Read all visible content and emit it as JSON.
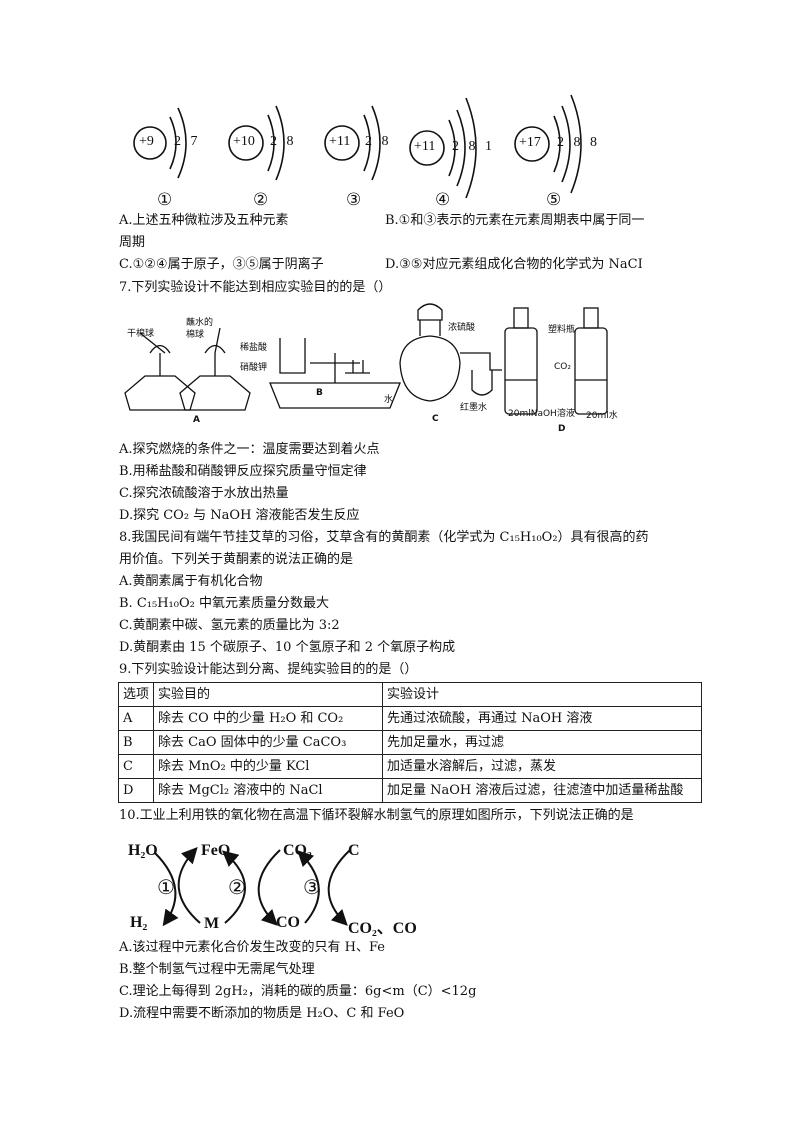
{
  "atoms": [
    {
      "nucleus": "+9",
      "shells": "2 7",
      "index": "①"
    },
    {
      "nucleus": "+10",
      "shells": "2 8",
      "index": "②"
    },
    {
      "nucleus": "+11",
      "shells": "2 8",
      "index": "③"
    },
    {
      "nucleus": "+11",
      "shells": "2 8 1",
      "index": "④"
    },
    {
      "nucleus": "+17",
      "shells": "2 8 8",
      "index": "⑤"
    }
  ],
  "q6": {
    "a": "A.上述五种微粒涉及五种元素",
    "b1": "B.①和③表示的元素在元素周期表中属于同一",
    "b2": "周期",
    "c": "C.①②④属于原子，③⑤属于阴离子",
    "d": "D.③⑤对应元素组成化合物的化学式为 NaCI"
  },
  "q7": {
    "stem": "7.下列实验设计不能达到相应实验目的的是（）",
    "labels": {
      "A_dry": "干棉球",
      "A_wet1": "蘸水的",
      "A_wet2": "棉球",
      "A": "A",
      "B_acid": "稀盐酸",
      "B_salt": "硝酸钾",
      "B": "B",
      "C_acid": "浓硫酸",
      "C_water": "水",
      "C_ink": "红墨水",
      "C": "C",
      "D_bottle": "塑料瓶",
      "D_co2": "CO₂",
      "D_naoh": "20mlNaOH溶液",
      "D_water": "20ml水",
      "D": "D"
    },
    "a": "A.探究燃烧的条件之一：温度需要达到着火点",
    "b": "B.用稀盐酸和硝酸钾反应探究质量守恒定律",
    "c": "C.探究浓硫酸溶于水放出热量",
    "d": "D.探究 CO₂ 与 NaOH 溶液能否发生反应"
  },
  "q8": {
    "stem1": "8.我国民间有端午节挂艾草的习俗，艾草含有的黄酮素（化学式为 C₁₅H₁₀O₂）具有很高的药",
    "stem2": "用价值。下列关于黄酮素的说法正确的是",
    "a": "A.黄酮素属于有机化合物",
    "b": "B. C₁₅H₁₀O₂ 中氧元素质量分数最大",
    "c": "C.黄酮素中碳、氢元素的质量比为 3:2",
    "d": "D.黄酮素由 15 个碳原子、10 个氢原子和 2 个氧原子构成"
  },
  "q9": {
    "stem": "9.下列实验设计能达到分离、提纯实验目的的是（）",
    "header": [
      "选项",
      "实验目的",
      "实验设计"
    ],
    "rows": [
      [
        "A",
        "除去 CO 中的少量 H₂O 和 CO₂",
        "先通过浓硫酸，再通过 NaOH 溶液"
      ],
      [
        "B",
        "除去 CaO 固体中的少量 CaCO₃",
        "先加足量水，再过滤"
      ],
      [
        "C",
        "除去 MnO₂ 中的少量 KCl",
        "加适量水溶解后，过滤，蒸发"
      ],
      [
        "D",
        "除去 MgCl₂ 溶液中的 NaCl",
        "加足量 NaOH 溶液后过滤，往滤渣中加适量稀盐酸"
      ]
    ]
  },
  "q10": {
    "stem": "10.工业上利用铁的氧化物在高温下循环裂解水制氢气的原理如图所示，下列说法正确的是",
    "diagram": {
      "h2o": "H₂O",
      "feo": "FeO",
      "co2_top": "CO₂",
      "c_top": "C",
      "h2": "H₂",
      "m": "M",
      "co": "CO",
      "co2_co": "CO₂、CO",
      "n1": "①",
      "n2": "②",
      "n3": "③"
    },
    "a": "A.该过程中元素化合价发生改变的只有 H、Fe",
    "b": "B.整个制氢气过程中无需尾气处理",
    "c": "C.理论上每得到 2gH₂，消耗的碳的质量：6g<m（C）<12g",
    "d": "D.流程中需要不断添加的物质是 H₂O、C 和 FeO"
  }
}
